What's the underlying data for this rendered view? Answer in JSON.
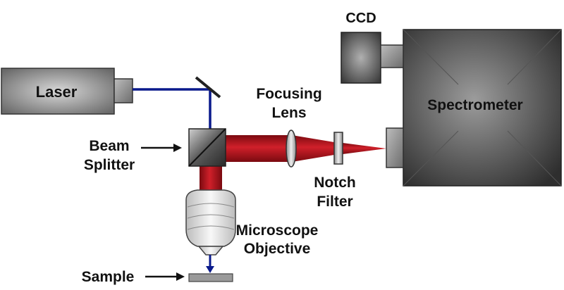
{
  "labels": {
    "laser": "Laser",
    "ccd": "CCD",
    "spectrometer": "Spectrometer",
    "focusing_line1": "Focusing",
    "focusing_line2": "Lens",
    "beam_line1": "Beam",
    "beam_line2": "Splitter",
    "notch_line1": "Notch",
    "notch_line2": "Filter",
    "microscope_line1": "Microscope",
    "microscope_line2": "Objective",
    "sample": "Sample"
  },
  "colors": {
    "laser_beam": "#0a1a8c",
    "scattered_beam": "#b0101a",
    "box_dark": "#3a3a3a",
    "box_light": "#a8a8a8",
    "sample": "#9a9a9a"
  }
}
